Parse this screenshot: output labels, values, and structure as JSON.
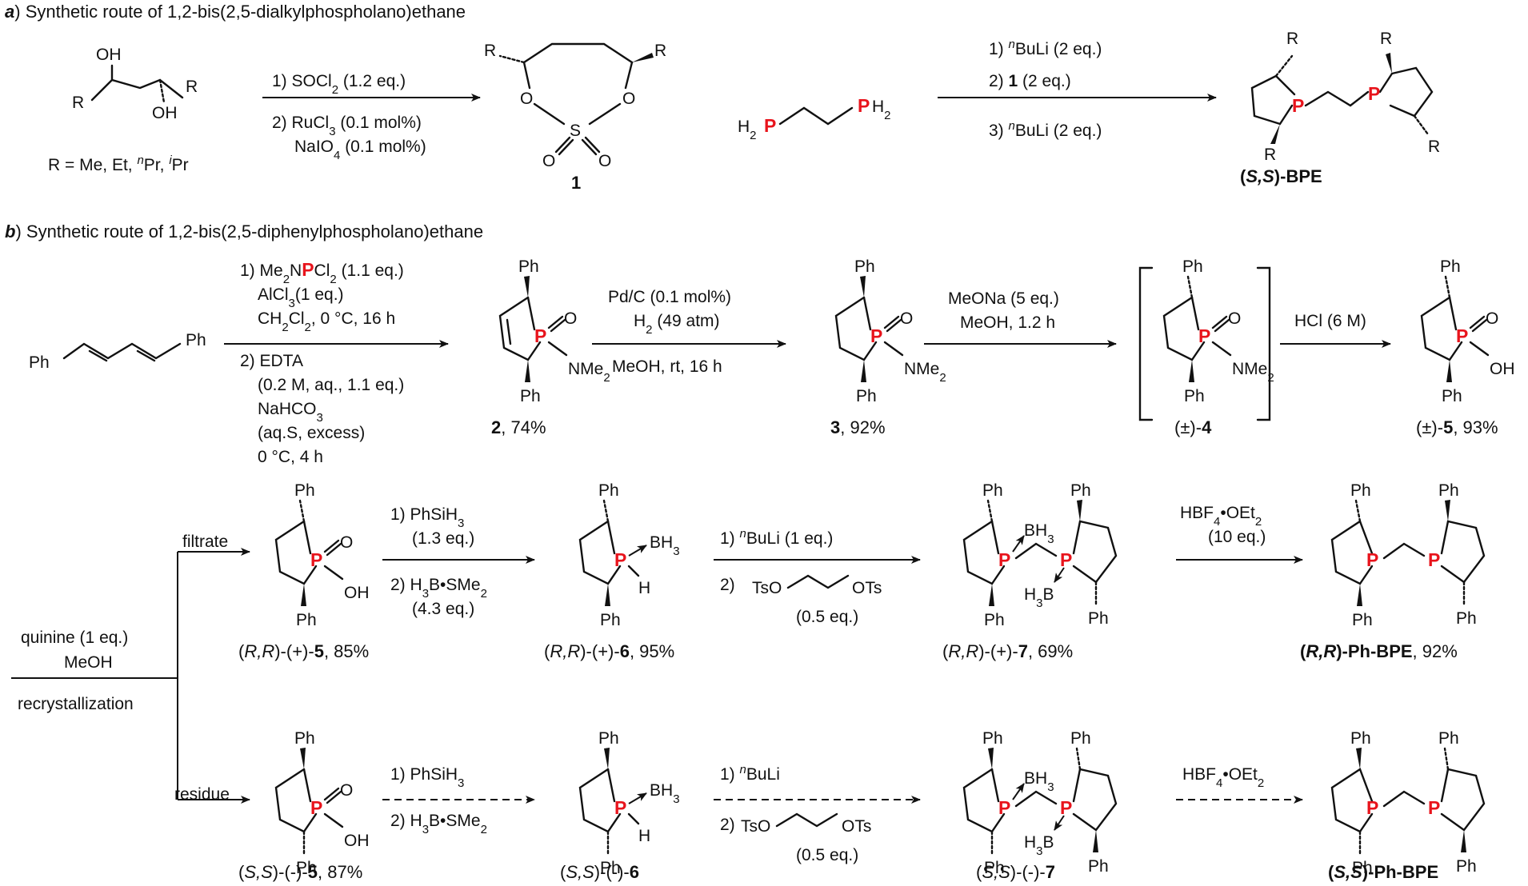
{
  "part_a": {
    "heading_letter": "a",
    "heading_text": ") Synthetic route of 1,2-bis(2,5-dialkylphospholano)ethane",
    "diol_oh": "OH",
    "diol_r": "R",
    "r_groups": "R = Me, Et, nPr, iPr",
    "step1_cond1": "1) SOCl2 (1.2 eq.)",
    "step1_cond2": "2) RuCl3 (0.1 mol%)",
    "step1_cond3": "NaIO4 (0.1 mol%)",
    "compound1_label": "1",
    "atom_O": "O",
    "atom_S": "S",
    "diphosphine": "H2P–CH2CH2–PH2",
    "step2_cond1": "1) nBuLi (2 eq.)",
    "step2_cond2": "2) 1 (2 eq.)",
    "step2_cond3": "3) nBuLi (2 eq.)",
    "product_label": "(S,S)-BPE"
  },
  "part_b": {
    "heading_letter": "b",
    "heading_text": ") Synthetic route of 1,2-bis(2,5-diphenylphospholano)ethane",
    "diene_ph": "Ph",
    "stepA_cond": [
      "1) Me2NPCl2 (1.1 eq.)",
      "AlCl3(1 eq.)",
      "CH2Cl2, 0 °C, 16 h",
      "2) EDTA",
      "(0.2 M, aq., 1.1 eq.)",
      "NaHCO3",
      "(aq.S, excess)",
      "0 °C, 4 h"
    ],
    "cmpd2_label": "2, 74%",
    "stepB_cond": [
      "Pd/C (0.1 mol%)",
      "H2 (49 atm)",
      "MeOH, rt, 16 h"
    ],
    "cmpd3_label": "3, 92%",
    "stepC_cond": [
      "MeONa (5 eq.)",
      "MeOH, 1.2 h"
    ],
    "cmpd4_label": "(±)-4",
    "stepD_cond": [
      "HCl (6 M)"
    ],
    "cmpd5_label": "(±)-5, 93%",
    "resolution_cond": [
      "quinine (1 eq.)",
      "MeOH",
      "recrystallization"
    ],
    "filtrate_label": "filtrate",
    "residue_label": "residue",
    "rr5_label": "(R,R)-(+)-5, 85%",
    "rr_stepE_cond": [
      "1) PhSiH3",
      "(1.3 eq.)",
      "2) H3B•SMe2",
      "(4.3 eq.)"
    ],
    "rr6_label": "(R,R)-(+)-6, 95%",
    "rr_stepF_cond": [
      "1) nBuLi (1 eq.)",
      "2)",
      "(0.5 eq.)"
    ],
    "rr7_label": "(R,R)-(+)-7, 69%",
    "rr_stepG_cond": [
      "HBF4•OEt2",
      "(10 eq.)"
    ],
    "rr_product_label": "(R,R)-Ph-BPE, 92%",
    "ss5_label": "(S,S)-(-)-5, 87%",
    "ss_stepE_cond": [
      "1) PhSiH3",
      "2) H3B•SMe2"
    ],
    "ss6_label": "(S,S)-(-)-6",
    "ss_stepF_cond": [
      "1) nBuLi",
      "2)",
      "(0.5 eq.)"
    ],
    "ss7_label": "(S,S)-(-)-7",
    "ss_stepG_cond": [
      "HBF4•OEt2"
    ],
    "ss_product_label": "(S,S)-Ph-BPE",
    "sub_labels": {
      "Ph": "Ph",
      "O": "O",
      "OH": "OH",
      "NMe2": "NMe2",
      "BH3": "BH3",
      "H3B": "H3B",
      "H": "H",
      "TsO": "TsO",
      "OTs": "OTs",
      "R": "R"
    }
  },
  "colors": {
    "phosphorus": "#e8141c",
    "ink": "#111111"
  }
}
